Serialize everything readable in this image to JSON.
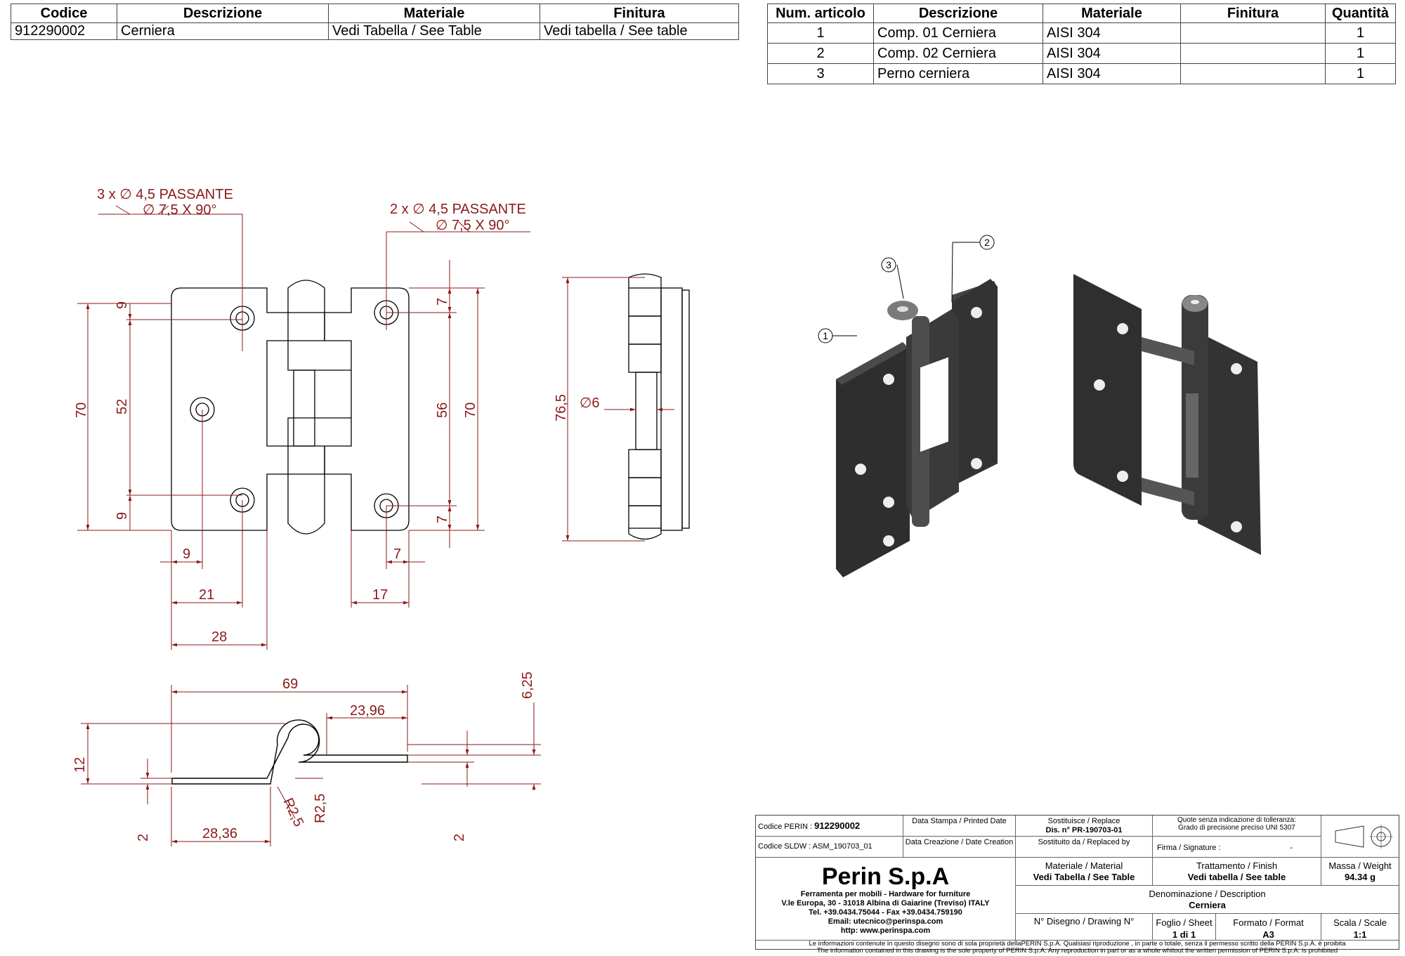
{
  "code_table": {
    "headers": [
      "Codice",
      "Descrizione",
      "Materiale",
      "Finitura"
    ],
    "row": [
      "912290002",
      "Cerniera",
      "Vedi Tabella / See Table",
      "Vedi tabella / See table"
    ]
  },
  "parts_table": {
    "headers": [
      "Num. articolo",
      "Descrizione",
      "Materiale",
      "Finitura",
      "Quantità"
    ],
    "rows": [
      [
        "1",
        "Comp. 01 Cerniera",
        "AISI 304",
        "",
        "1"
      ],
      [
        "2",
        "Comp. 02 Cerniera",
        "AISI 304",
        "",
        "1"
      ],
      [
        "3",
        "Perno cerniera",
        "AISI 304",
        "",
        "1"
      ]
    ]
  },
  "annotations": {
    "hole_left_1": "3 x ∅ 4,5 PASSANTE",
    "hole_left_2": "∅ 7,5 X 90°",
    "hole_right_1": "2 x ∅ 4,5 PASSANTE",
    "hole_right_2": "∅ 7,5 X 90°"
  },
  "dimensions": {
    "front": [
      "9",
      "52",
      "9",
      "70",
      "7",
      "56",
      "7",
      "70",
      "9",
      "21",
      "28",
      "7",
      "17"
    ],
    "side": [
      "76,5",
      "∅6"
    ],
    "section": [
      "69",
      "23,96",
      "6,25",
      "12",
      "2",
      "28,36",
      "R2,5",
      "R2,5",
      "2"
    ]
  },
  "balloons": [
    "1",
    "2",
    "3"
  ],
  "title_block": {
    "codice_perin_label": "Codice PERIN :",
    "codice_perin": "912290002",
    "codice_sldw": "Codice SLDW : ASM_190703_01",
    "data_stampa": "Data Stampa / Printed Date",
    "data_creazione": "Data Creazione / Date Creation",
    "sostituisce": "Sostituisce / Replace",
    "dis_n": "Dis. n° PR-190703-01",
    "sostituito_da": "Sostituito da / Replaced by",
    "quote_1": "Quote senza indicazione di tolleranza:",
    "quote_2": "Grado di precisione preciso UNI 5307",
    "firma": "Firma / Signature :",
    "firma_dash": "-",
    "company": "Perin S.p.A",
    "company_line1": "Ferramenta per mobili - Hardware for furniture",
    "company_line2": "V.le Europa, 30 - 31018 Albina di Gaiarine (Treviso) ITALY",
    "company_line3": "Tel. +39.0434.75044 - Fax +39.0434.759190",
    "company_line4": "Email: utecnico@perinspa.com",
    "company_line5": "http: www.perinspa.com",
    "materiale_label": "Materiale / Material",
    "materiale": "Vedi Tabella / See Table",
    "trattamento_label": "Trattamento / Finish",
    "trattamento": "Vedi tabella / See table",
    "massa_label": "Massa / Weight",
    "massa": "94.34 g",
    "denominazione_label": "Denominazione / Description",
    "denominazione": "Cerniera",
    "disegno_label": "N° Disegno / Drawing N°",
    "foglio_label": "Foglio / Sheet",
    "foglio": "1 di 1",
    "formato_label": "Formato / Format",
    "formato": "A3",
    "scala_label": "Scala / Scale",
    "scala": "1:1",
    "footer_it": "Le informazioni contenute in questo disegno sono di sola proprietà dellaPERIN S.p.A. Qualsiasi riproduzione , in parte o totale, senza il permesso scritto della PERIN S.p.A. è proibita",
    "footer_en": "The information contained in this drawing is the sole property of PERIN S.p.A. Any reproduction in part or as a whole whitout the written permission of PERIN S.p.A. is prohibited"
  },
  "colors": {
    "dimension": "#8b1a1a",
    "part": "#3c3c3c"
  }
}
